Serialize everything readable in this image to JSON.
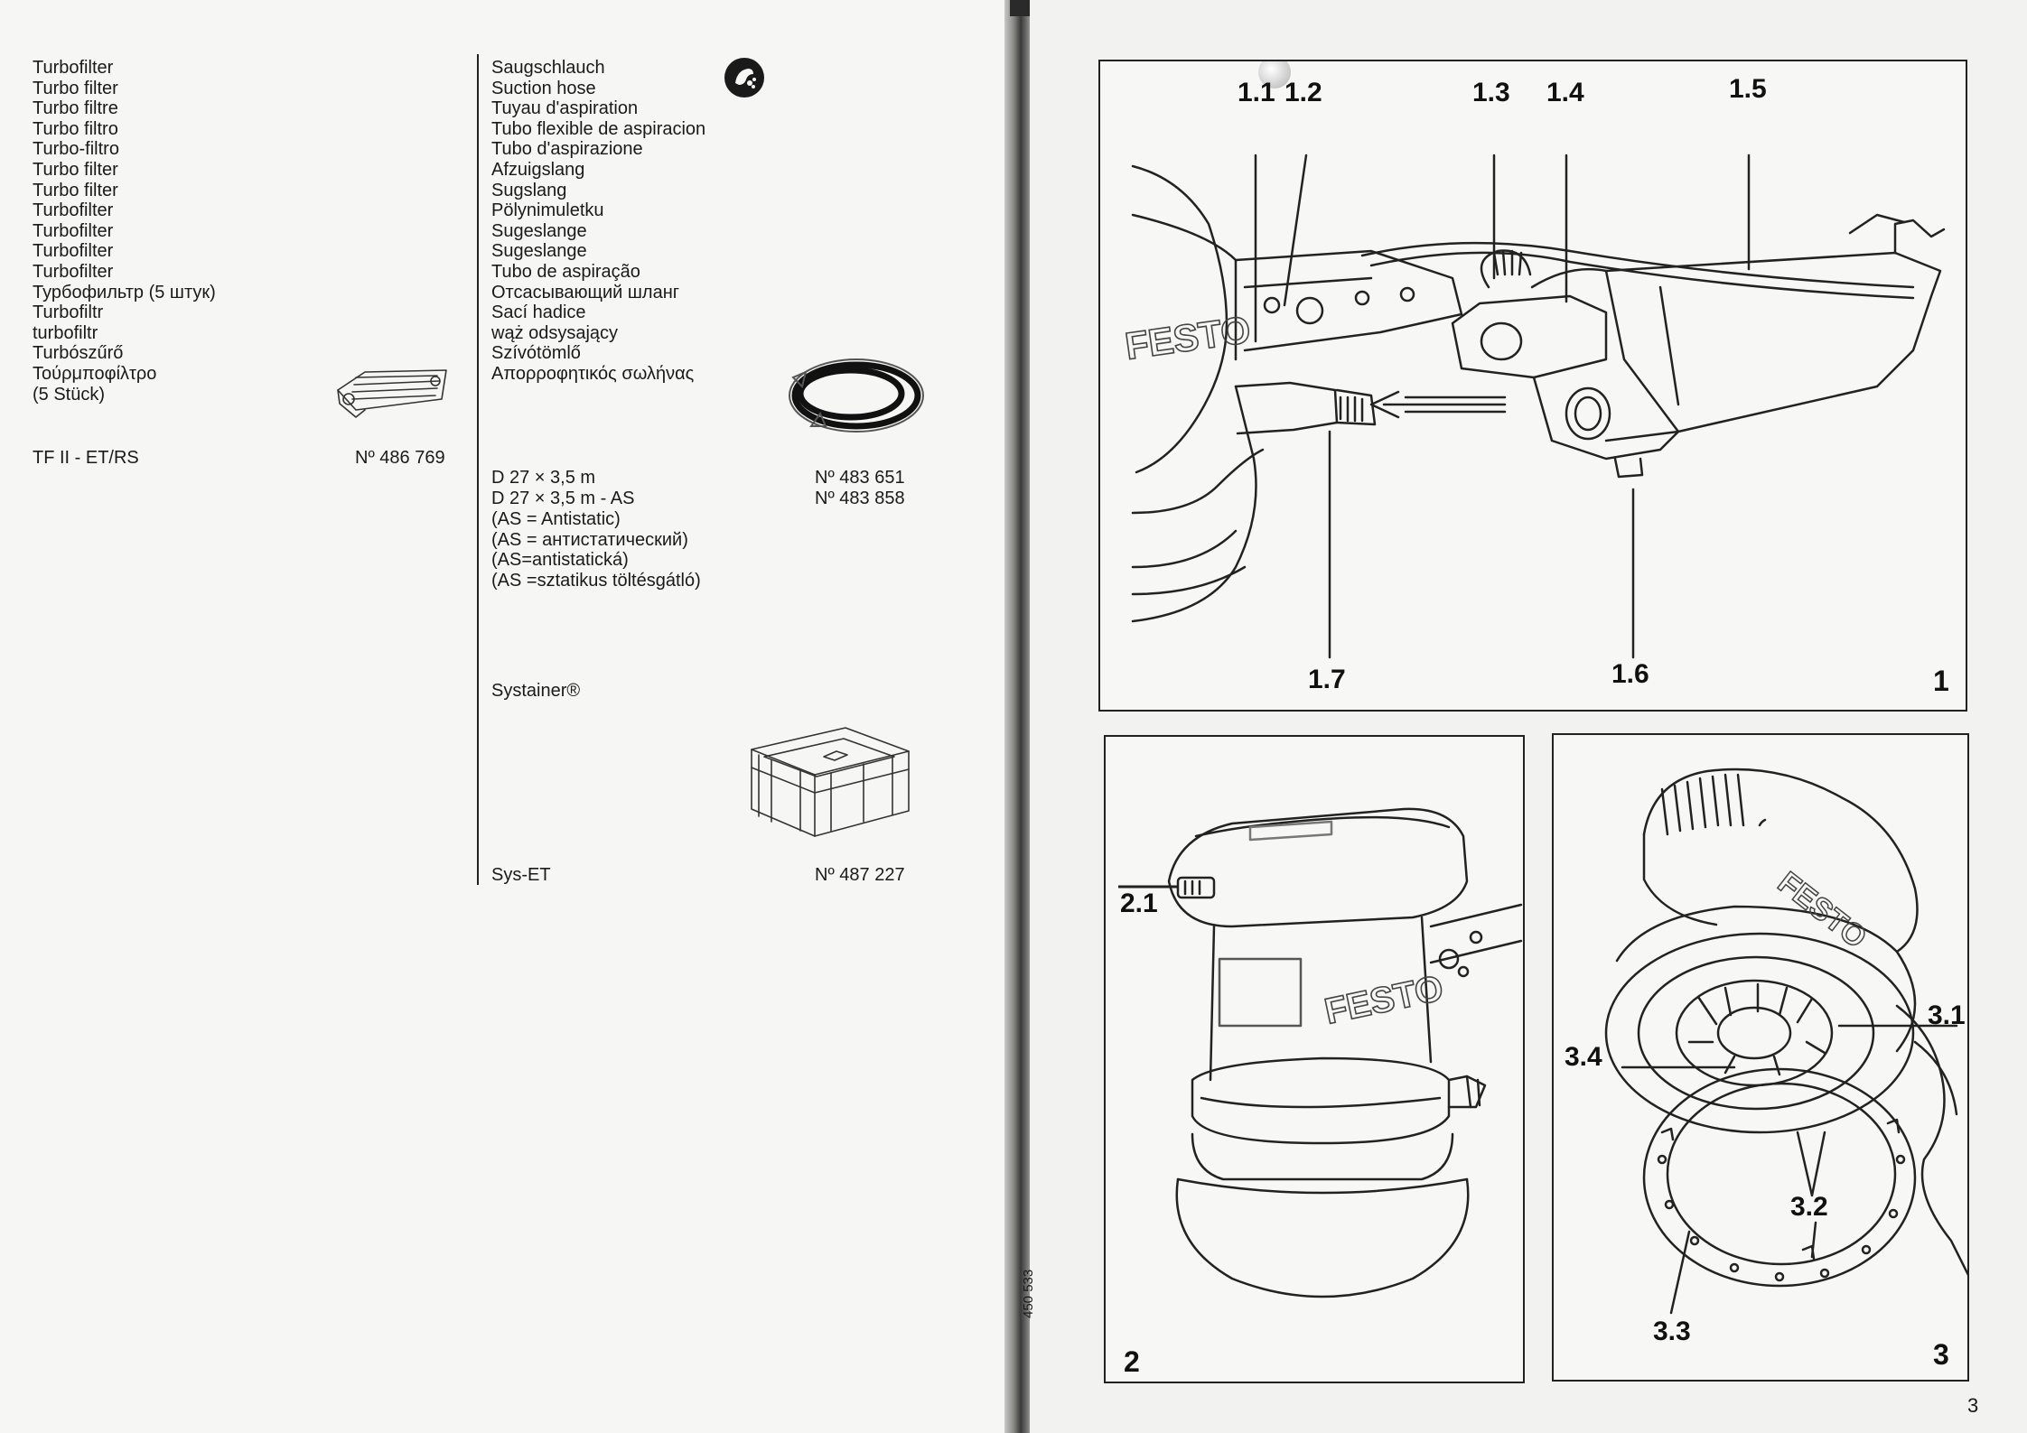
{
  "left_page": {
    "filter_names": [
      "Turbofilter",
      "Turbo filter",
      "Turbo filtre",
      "Turbo filtro",
      "Turbo-filtro",
      "Turbo filter",
      "Turbo filter",
      "Turbofilter",
      "Turbofilter",
      "Turbofilter",
      "Turbofilter",
      "Турбофильтр (5 штук)",
      "Turbofiltr",
      "turbofiltr",
      "Turbószűrő",
      "Τούρμποφίλτρο",
      "(5 Stück)"
    ],
    "filter_model": "TF II - ET/RS",
    "filter_number": "Nº 486 769",
    "hose_names": [
      "Saugschlauch",
      "Suction hose",
      "Tuyau d'aspiration",
      "Tubo flexible de aspiracion",
      "Tubo d'aspirazione",
      "Afzuigslang",
      "Sugslang",
      "Pölynimuletku",
      "Sugeslange",
      "Sugeslange",
      "Tubo de aspiração",
      "Отсасывающий шланг",
      "Sací hadice",
      "wąż odsysający",
      "Szívótömlő",
      "Απορροφητικός σωλήνας"
    ],
    "hose_variants": [
      {
        "spec": "D 27 × 3,5 m",
        "number": "Nº 483 651"
      },
      {
        "spec": "D 27 × 3,5 m - AS",
        "number": "Nº 483 858"
      }
    ],
    "hose_notes": [
      "(AS = Antistatic)",
      "(AS = антистатический)",
      "(AS=antistatická)",
      "(AS =sztatikus töltésgátló)"
    ],
    "systainer_label": "Systainer®",
    "systainer_model": "Sys-ET",
    "systainer_number": "Nº 487 227",
    "icons": [
      "filter-product-image",
      "suction-hose-image",
      "systainer-box-image",
      "dust-extraction-logo-icon"
    ]
  },
  "spine": {
    "code": "450 533"
  },
  "right_page": {
    "figure1": {
      "number": "1",
      "labels": {
        "l11": "1.1",
        "l12": "1.2",
        "l13": "1.3",
        "l14": "1.4",
        "l15": "1.5",
        "l16": "1.6",
        "l17": "1.7"
      },
      "brand": "FESTO"
    },
    "figure2": {
      "number": "2",
      "labels": {
        "l21": "2.1"
      },
      "brand": "FESTO"
    },
    "figure3": {
      "number": "3",
      "labels": {
        "l31": "3.1",
        "l32": "3.2",
        "l33": "3.3",
        "l34": "3.4"
      },
      "brand": "FESTO"
    },
    "page_number": "3"
  }
}
